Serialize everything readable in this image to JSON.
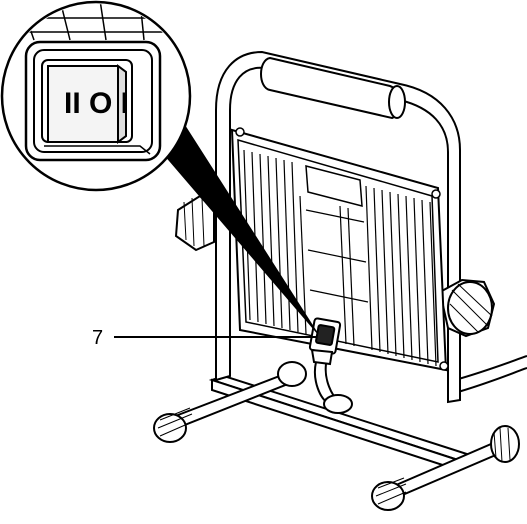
{
  "diagram": {
    "callouts": [
      {
        "id": "7",
        "label": "7"
      }
    ],
    "switch_symbol": "II O I",
    "colors": {
      "line": "#000000",
      "background": "#ffffff",
      "callout_fill": "#000000"
    },
    "icons": {
      "switch": "rocker-switch-icon",
      "work_light": "led-work-light-icon"
    }
  }
}
